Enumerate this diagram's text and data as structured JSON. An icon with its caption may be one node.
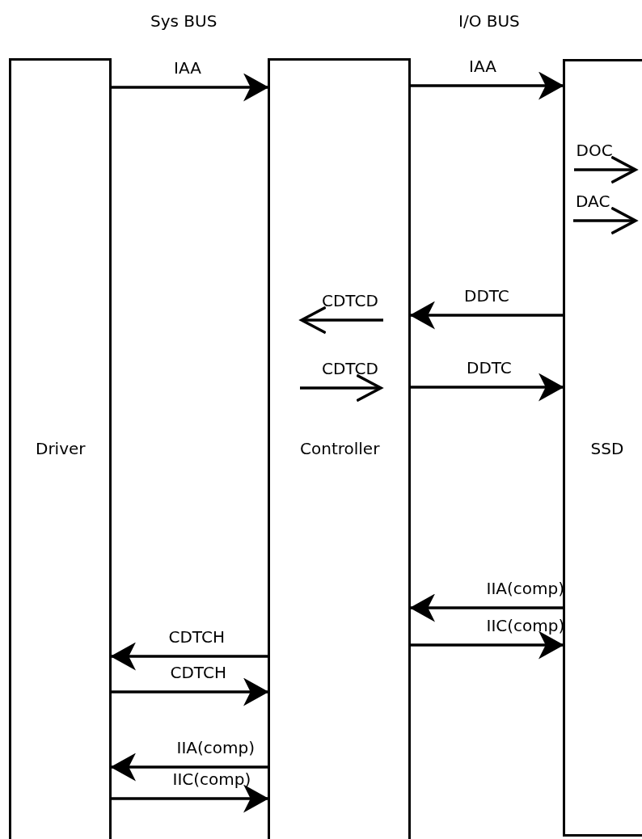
{
  "diagram": {
    "nodes": [
      {
        "text": [
          "Driver"
        ]
      },
      {
        "text": [
          "Controller"
        ]
      },
      {
        "text": [
          "SSD"
        ]
      }
    ],
    "edges": [
      {
        "from": 0,
        "to": 1,
        "arrow": "to",
        "label": "IAA"
      },
      {
        "from": 1,
        "to": 2,
        "arrow": "to",
        "label": "IAA"
      },
      {
        "from": null,
        "to": 2,
        "arrow": "to",
        "label": "DOC"
      },
      {
        "from": null,
        "to": 2,
        "arrow": "to",
        "label": "DAC"
      },
      {
        "from": null,
        "to": 1,
        "arrow": "to",
        "label": "CDTCD"
      },
      {
        "from": 2,
        "to": 1,
        "arrow": "to",
        "label": "DDTC"
      },
      {
        "from": null,
        "to": 1,
        "arrow": "to",
        "label": "CDTCD"
      },
      {
        "from": 1,
        "to": 2,
        "arrow": "to",
        "label": "DDTC"
      },
      {
        "from": 2,
        "to": 1,
        "arrow": "to",
        "label": "IIA(comp)"
      },
      {
        "from": 1,
        "to": 2,
        "arrow": "to",
        "label": "IIC(comp)"
      },
      {
        "from": 1,
        "to": 0,
        "arrow": "to",
        "label": "CDTCH"
      },
      {
        "from": 0,
        "to": 1,
        "arrow": "to",
        "label": "CDTCH"
      },
      {
        "from": 1,
        "to": 0,
        "arrow": "to",
        "label": "IIA(comp)"
      },
      {
        "from": 0,
        "to": 1,
        "arrow": "to",
        "label": "IIC(comp)"
      }
    ],
    "labels": [
      "Sys BUS",
      "I/O BUS"
    ]
  }
}
